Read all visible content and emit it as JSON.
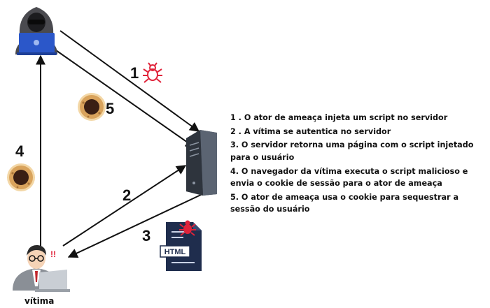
{
  "labels": {
    "step1": "1",
    "step2": "2",
    "step3": "3",
    "step4": "4",
    "step5": "5",
    "victim": "vítima",
    "html_doc": "HTML"
  },
  "steps": [
    "1 . O ator de ameaça injeta um script no servidor",
    "2 . A vítima se autentica no servidor",
    "3. O servidor retorna uma página com o script injetado para o usuário",
    "4. O navegador da vítima executa o script malicioso e envia o cookie de sessão para o ator de ameaça",
    "5. O ator de ameaça usa o cookie para sequestrar a sessão do usuário"
  ],
  "icons": {
    "attacker": "hooded-hacker-icon",
    "server": "server-tower-icon",
    "victim": "victim-user-icon",
    "bug": "bug-icon",
    "cookie": "cookie-icon",
    "document": "html-document-icon"
  },
  "colors": {
    "bug": "#e0233a",
    "laptop": "#2b57c9",
    "server": "#4b5563",
    "cookie": "#d9a35c",
    "cookie_center": "#3a1f14",
    "document": "#1f2d4d",
    "arrow": "#111111"
  }
}
